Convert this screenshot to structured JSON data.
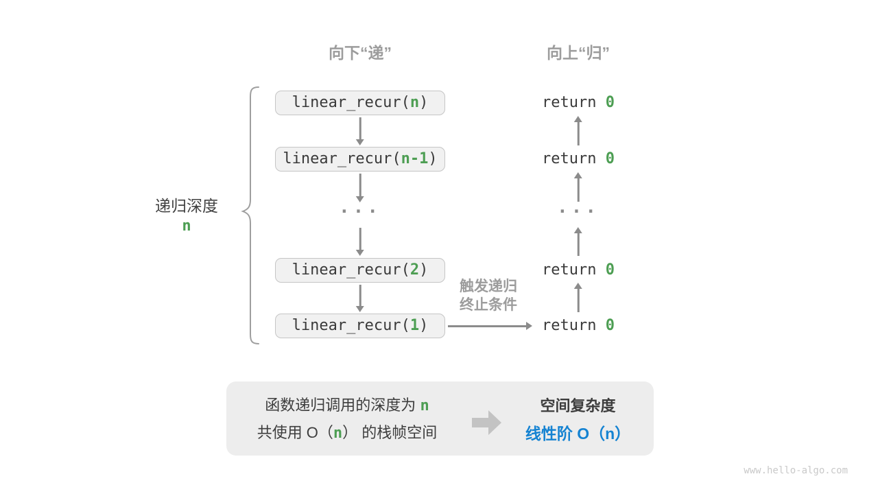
{
  "headers": {
    "down": "向下“递”",
    "up": "向上“归”"
  },
  "call_stack": {
    "boxes": [
      {
        "pre": "linear_recur(",
        "arg": "n",
        "post": ")"
      },
      {
        "pre": "linear_recur(",
        "arg": "n-1",
        "post": ")"
      },
      {
        "pre": "linear_recur(",
        "arg": "2",
        "post": ")"
      },
      {
        "pre": "linear_recur(",
        "arg": "1",
        "post": ")"
      }
    ]
  },
  "returns": {
    "rows": [
      {
        "pre": "return ",
        "val": "0"
      },
      {
        "pre": "return ",
        "val": "0"
      },
      {
        "pre": "return ",
        "val": "0"
      },
      {
        "pre": "return ",
        "val": "0"
      }
    ]
  },
  "ellipsis": "...",
  "depth_label": {
    "text": "递归深度",
    "value": "n"
  },
  "termination_note": {
    "line1": "触发递归",
    "line2": "终止条件"
  },
  "summary": {
    "line1_pre": "函数递归调用的深度为",
    "line1_value": "n",
    "line2_pre": "共使用 O（",
    "line2_value": "n",
    "line2_post": "） 的栈帧空间",
    "result_title": "空间复杂度",
    "result_value": "线性阶 O（n）"
  },
  "watermark": "www.hello-algo.com",
  "colors": {
    "highlight_green": "#4d9e53",
    "result_blue": "#1583d2",
    "arrow_gray": "#8b8b8b",
    "box_fill": "#f1f1f1",
    "box_border": "#c5c5c5",
    "summary_fill": "#ededed"
  }
}
